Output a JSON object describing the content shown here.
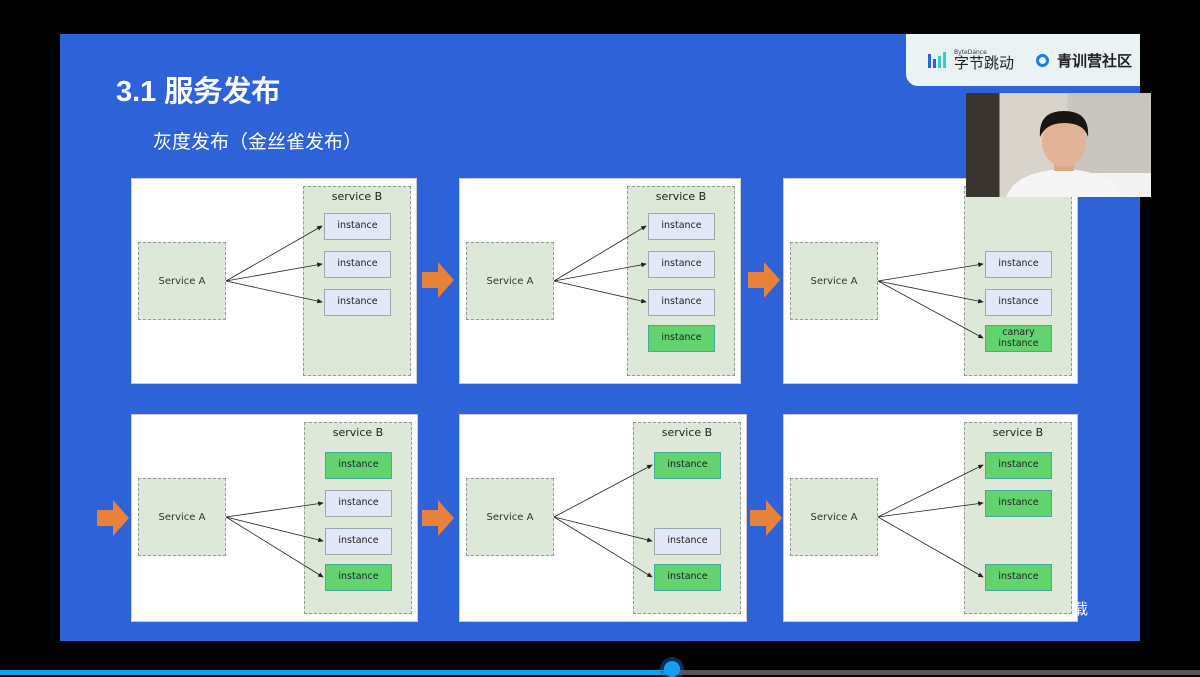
{
  "slide": {
    "title": "3.1 服务发布",
    "subtitle": "灰度发布（金丝雀发布）",
    "logo": {
      "bytedance_small": "ByteDance",
      "bytedance": "字节跳动",
      "community": "青训营社区"
    },
    "colors": {
      "slide_bg": "#2d62d8",
      "old_instance": "#e3e8f8",
      "new_instance": "#63d36f",
      "service_box": "#dde8d8",
      "flow_arrow": "#e8823a"
    }
  },
  "panels": [
    {
      "service_a": "Service A",
      "service_b": "service B",
      "instances": [
        {
          "label": "instance",
          "kind": "old",
          "slot": 0,
          "routed": true
        },
        {
          "label": "instance",
          "kind": "old",
          "slot": 1,
          "routed": true
        },
        {
          "label": "instance",
          "kind": "old",
          "slot": 2,
          "routed": true
        }
      ]
    },
    {
      "service_a": "Service A",
      "service_b": "service B",
      "instances": [
        {
          "label": "instance",
          "kind": "old",
          "slot": 0,
          "routed": true
        },
        {
          "label": "instance",
          "kind": "old",
          "slot": 1,
          "routed": true
        },
        {
          "label": "instance",
          "kind": "old",
          "slot": 2,
          "routed": true
        },
        {
          "label": "instance",
          "kind": "new",
          "slot": 3,
          "routed": false
        }
      ]
    },
    {
      "service_a": "Service A",
      "service_b": "",
      "instances": [
        {
          "label": "instance",
          "kind": "old",
          "slot": 1,
          "routed": true
        },
        {
          "label": "instance",
          "kind": "old",
          "slot": 2,
          "routed": true
        },
        {
          "label": "canary instance",
          "kind": "canary",
          "slot": 3,
          "routed": true
        }
      ]
    },
    {
      "service_a": "Service A",
      "service_b": "service B",
      "instances": [
        {
          "label": "instance",
          "kind": "new",
          "slot": 0,
          "routed": false
        },
        {
          "label": "instance",
          "kind": "old",
          "slot": 1,
          "routed": true
        },
        {
          "label": "instance",
          "kind": "old",
          "slot": 2,
          "routed": true
        },
        {
          "label": "instance",
          "kind": "new",
          "slot": 3,
          "routed": true
        }
      ]
    },
    {
      "service_a": "Service A",
      "service_b": "service B",
      "instances": [
        {
          "label": "instance",
          "kind": "new",
          "slot": 0,
          "routed": true
        },
        {
          "label": "instance",
          "kind": "old",
          "slot": 2,
          "routed": true
        },
        {
          "label": "instance",
          "kind": "new",
          "slot": 3,
          "routed": true
        }
      ]
    },
    {
      "service_a": "Service A",
      "service_b": "service B",
      "instances": [
        {
          "label": "instance",
          "kind": "new",
          "slot": 0,
          "routed": true
        },
        {
          "label": "instance",
          "kind": "new",
          "slot": 1,
          "routed": true
        },
        {
          "label": "instance",
          "kind": "new",
          "slot": 3,
          "routed": true
        }
      ]
    }
  ],
  "subtitle_caption": "载",
  "player": {
    "progress_percent": 56
  }
}
